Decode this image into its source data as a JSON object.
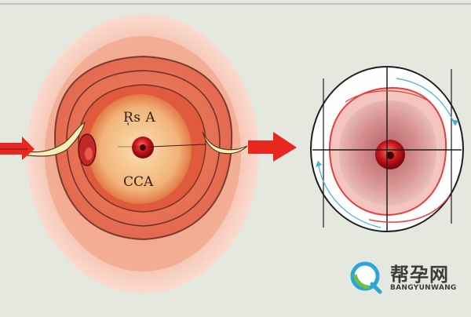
{
  "illustration": {
    "left_label_top": "R̩s A",
    "left_label_bottom": "CCA"
  },
  "watermark": {
    "brand_cn": "帮孕网",
    "brand_en": "BANGYUNWANG",
    "icon": "magnifier-q-logo-icon"
  },
  "colors": {
    "background": "#e4e8df",
    "outer_skin": "#f6c9b8",
    "inner_tissue": "#e86a4a",
    "core": "#f5c28a",
    "arrow": "#e8281e",
    "logo_blue": "#2aa7d8",
    "logo_green": "#6cc04a"
  }
}
